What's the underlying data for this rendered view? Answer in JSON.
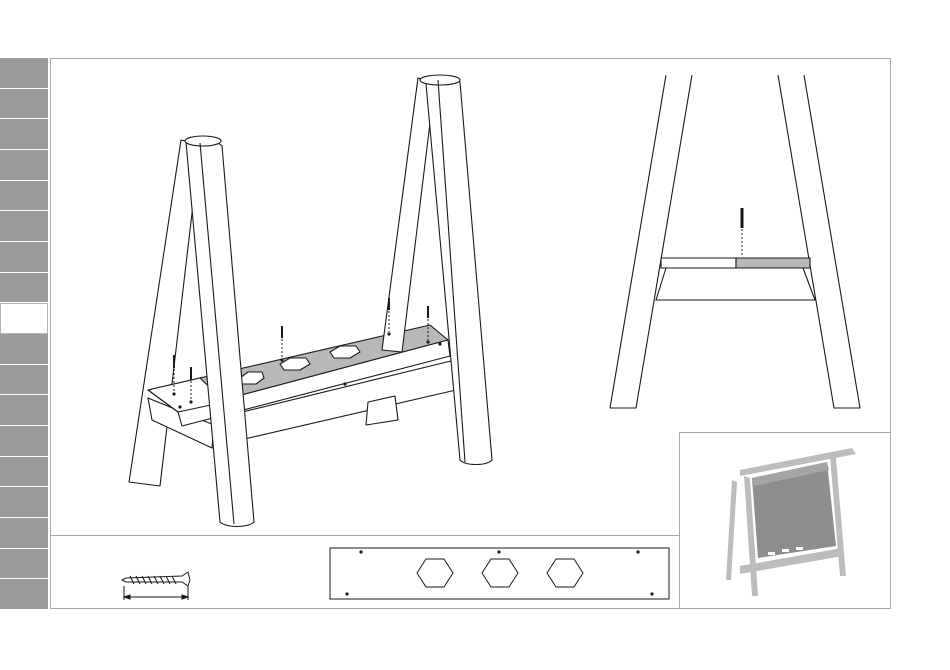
{
  "manual": {
    "steps": {
      "count": 18,
      "active_index": 8
    },
    "main_view": {
      "caption": ""
    },
    "detail_view": {
      "caption": ""
    },
    "hardware": {
      "screw": {
        "label": "",
        "quantity": ""
      },
      "board": {
        "hole_count": 3,
        "hole_shape": "hexagon"
      }
    },
    "preview": {
      "caption": ""
    },
    "colors": {
      "line": "#1a1a1a",
      "sidebar": "#9a9a9a",
      "frame": "#a8a8a8",
      "highlight": "#b8b8b8",
      "preview_grey": "#bcbcbc"
    }
  }
}
